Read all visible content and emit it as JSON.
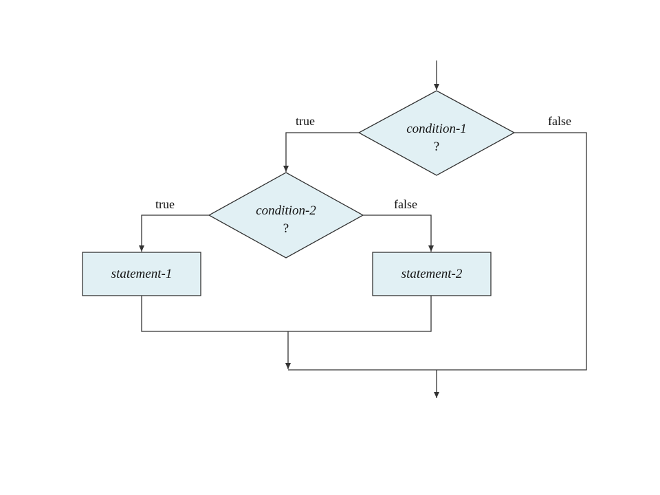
{
  "diagram": {
    "conditions": [
      {
        "label": "condition-1",
        "mark": "?",
        "true_label": "true",
        "false_label": "false"
      },
      {
        "label": "condition-2",
        "mark": "?",
        "true_label": "true",
        "false_label": "false"
      }
    ],
    "statements": [
      {
        "label": "statement-1"
      },
      {
        "label": "statement-2"
      }
    ],
    "colors": {
      "node_fill": "#e1f0f4",
      "stroke": "#333333"
    }
  }
}
